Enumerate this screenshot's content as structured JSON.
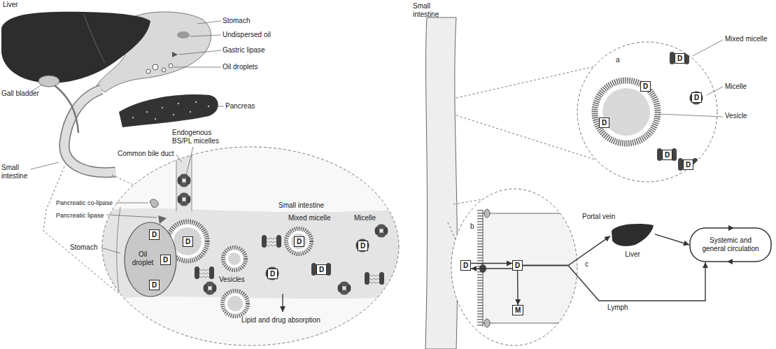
{
  "diagram": {
    "nodes": [
      {
        "text": [
          "Oil droplet"
        ]
      },
      {
        "text": [
          "D"
        ],
        "in": 0
      },
      {
        "text": [
          "D"
        ],
        "in": 0
      },
      {
        "text": [
          "D"
        ],
        "in": 0
      },
      {
        "text": [
          "D"
        ]
      },
      {
        "text": [
          "D"
        ]
      },
      {
        "text": [
          "D"
        ]
      },
      {
        "text": [
          "D"
        ]
      },
      {
        "text": [
          "D"
        ]
      },
      {
        "text": [
          "D"
        ]
      },
      {
        "text": [
          "D"
        ]
      },
      {
        "text": [
          "D"
        ]
      },
      {
        "text": [
          "D"
        ]
      },
      {
        "text": [
          "D"
        ]
      },
      {
        "text": [
          "D"
        ]
      },
      {
        "text": [
          "D"
        ]
      },
      {
        "text": [
          "D"
        ]
      },
      {
        "text": [
          "M"
        ]
      },
      {
        "text": [
          "Liver"
        ]
      },
      {
        "text": [
          "Systemic and general circulation"
        ]
      }
    ],
    "edges": [
      {
        "from": 15,
        "to": 16,
        "arrow": "to"
      },
      {
        "from": 16,
        "to": 15,
        "arrow": "to"
      },
      {
        "from": 16,
        "to": 17,
        "arrow": "to"
      },
      {
        "from": 16,
        "to": 18,
        "label": "Portal vein",
        "arrow": "to"
      },
      {
        "from": 16,
        "to": 19,
        "label": "Lymph",
        "arrow": "to"
      },
      {
        "from": 18,
        "to": 19,
        "arrow": "to"
      }
    ],
    "labels": [
      "Liver",
      "Stomach",
      "Undispersed oil",
      "Gastric lipase",
      "Oil droplets",
      "Gall bladder",
      "Pancreas",
      "Small intestine",
      "Endogenous BS/PL micelles",
      "Common bile duct",
      "Pancreatic co-lipase",
      "Pancreatic lipase",
      "Stomach",
      "Small intestine",
      "Mixed micelle",
      "Micelle",
      "Vesicles",
      "Lipid and drug absorption",
      "Small intestine",
      "a",
      "Mixed micelle",
      "Micelle",
      "Vesicle",
      "b",
      "c"
    ]
  }
}
